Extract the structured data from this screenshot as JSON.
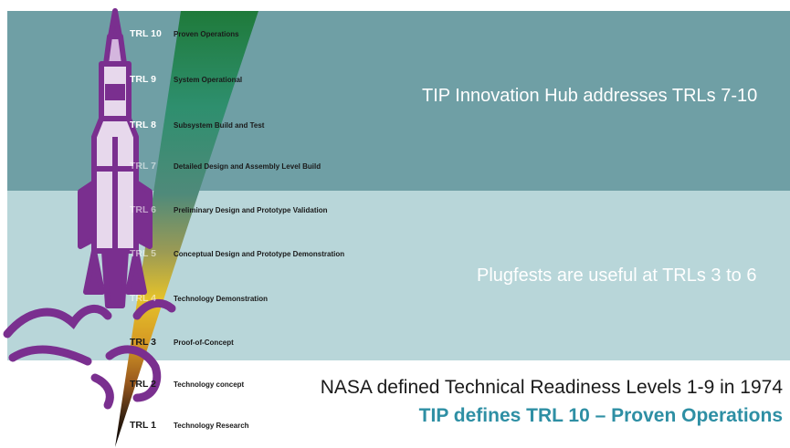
{
  "trl_levels": [
    {
      "num": "TRL 10",
      "desc": "Proven Operations"
    },
    {
      "num": "TRL 9",
      "desc": "System Operational"
    },
    {
      "num": "TRL 8",
      "desc": "Subsystem Build and Test"
    },
    {
      "num": "TRL 7",
      "desc": "Detailed Design and Assembly Level Build"
    },
    {
      "num": "TRL 6",
      "desc": "Preliminary Design and Prototype Validation"
    },
    {
      "num": "TRL 5",
      "desc": "Conceptual Design and Prototype Demonstration"
    },
    {
      "num": "TRL 4",
      "desc": "Technology Demonstration"
    },
    {
      "num": "TRL 3",
      "desc": "Proof-of-Concept"
    },
    {
      "num": "TRL 2",
      "desc": "Technology concept"
    },
    {
      "num": "TRL 1",
      "desc": "Technology Research"
    }
  ],
  "messages": {
    "hub": "TIP Innovation Hub addresses TRLs 7-10",
    "plugfests": "Plugfests are useful at TRLs 3 to 6",
    "nasa": "NASA defined Technical Readiness Levels 1-9 in 1974",
    "tip": "TIP defines TRL 10 – Proven Operations"
  },
  "colors": {
    "top_band": "#6f9fa5",
    "middle_band": "#b8d6d9",
    "rocket": "#7a2f8f",
    "tip_text": "#2e8fa4"
  }
}
